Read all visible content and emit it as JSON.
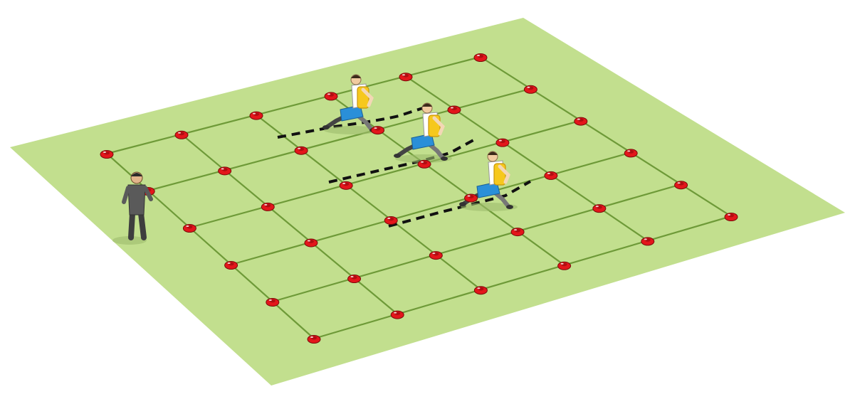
{
  "diagram": {
    "grid_size": [
      5,
      5
    ],
    "colors": {
      "pitch": "#c2df8e",
      "grid_line": "#6e9a38",
      "cone": "#e3161b",
      "cone_highlight": "#ffffff",
      "run_path": "#111111",
      "shirt": "#ffffff",
      "shorts": "#2a8fd8",
      "tackle_pad": "#f6c81d",
      "coach": "#5a5a5a"
    },
    "players": [
      {
        "role": "ball-carrier",
        "equipment": "tackle-pad",
        "pose": "driving-on-knees"
      },
      {
        "role": "ball-carrier",
        "equipment": "tackle-pad",
        "pose": "driving-on-knees"
      },
      {
        "role": "ball-carrier",
        "equipment": "tackle-pad",
        "pose": "driving-on-knees"
      }
    ],
    "coach": {
      "role": "coach",
      "pose": "standing"
    },
    "run_paths": 3,
    "cone_count": 36
  }
}
